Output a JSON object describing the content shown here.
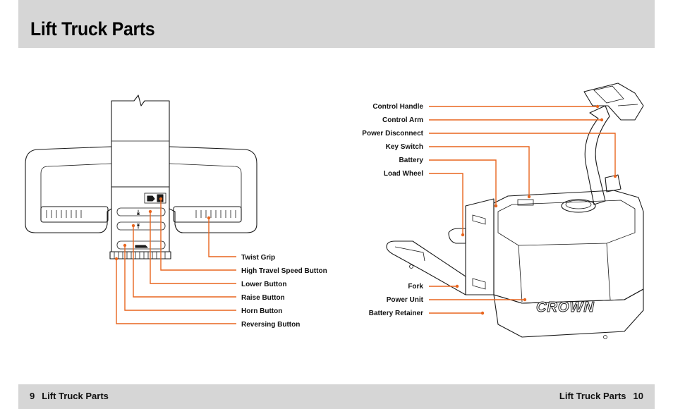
{
  "page": {
    "title": "Lift Truck Parts",
    "footer_left_number": "9",
    "footer_left_text": "Lift Truck Parts",
    "footer_right_text": "Lift Truck Parts",
    "footer_right_number": "10"
  },
  "colors": {
    "header_band": "#d6d6d6",
    "leader_lines": "#e8651e",
    "line_art": "#1a1a1a"
  },
  "handle_diagram": {
    "labels": [
      "Twist Grip",
      "High Travel Speed Button",
      "Lower Button",
      "Raise Button",
      "Horn Button",
      "Reversing Button"
    ]
  },
  "truck_diagram": {
    "labels": [
      "Control Handle",
      "Control Arm",
      "Power Disconnect",
      "Key Switch",
      "Battery",
      "Load Wheel",
      "Fork",
      "Power Unit",
      "Battery Retainer"
    ],
    "brand_mark": "CROWN"
  }
}
